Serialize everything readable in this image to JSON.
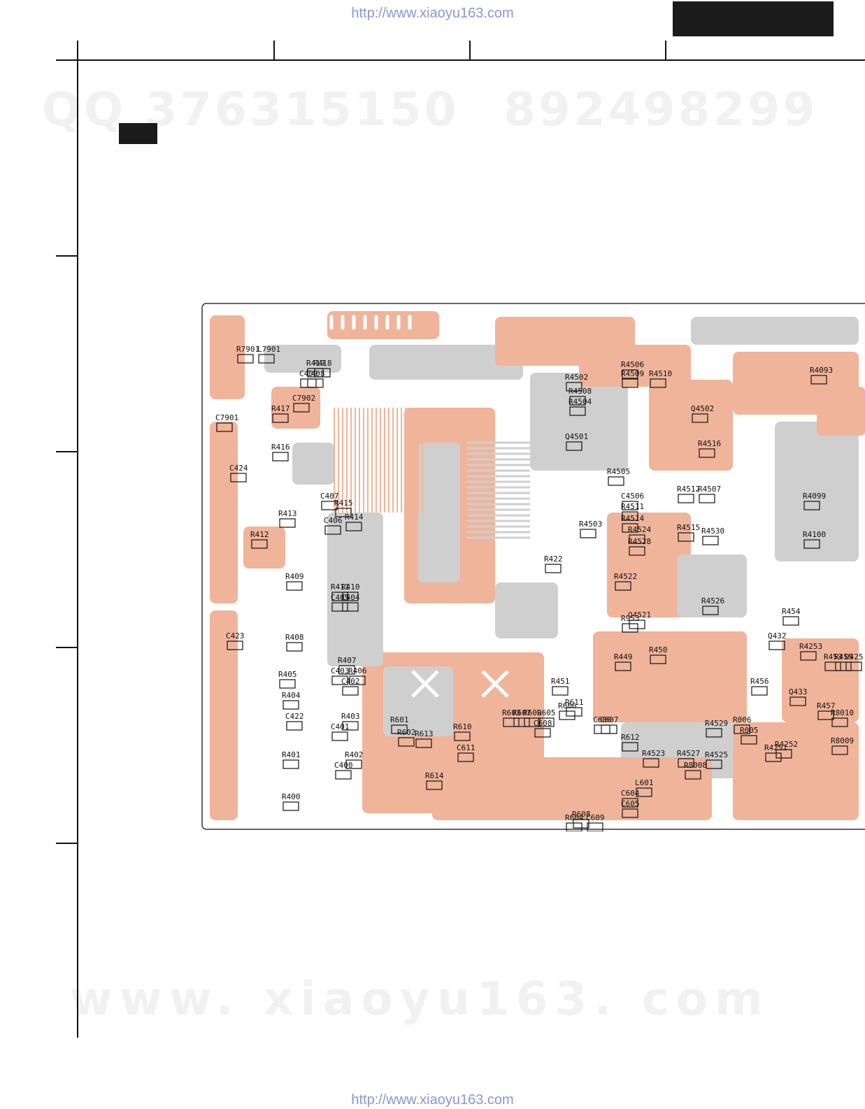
{
  "header": {
    "url_top": "http://www.xiaoyu163.com",
    "url_bottom": "http://www.xiaoyu163.com"
  },
  "watermarks": {
    "qq_left": "QQ 376315150",
    "qq_right": "892498299",
    "site": "www. xiaoyu163. com"
  },
  "colors": {
    "copper": "#f0b49a",
    "ground": "#cfcfcf",
    "board_bg": "#ffffff",
    "outline": "#333333"
  },
  "components": [
    "R7901",
    "L7901",
    "C7901",
    "C7902",
    "R419",
    "C409",
    "R418",
    "C408",
    "R417",
    "R416",
    "C424",
    "C407",
    "R415",
    "R413",
    "C406",
    "R414",
    "R412",
    "R409",
    "R411",
    "C405",
    "R410",
    "C404",
    "C423",
    "R408",
    "R407",
    "C403",
    "R405",
    "R406",
    "C402",
    "R404",
    "C422",
    "R403",
    "C401",
    "R401",
    "R402",
    "C400",
    "R400",
    "R4502",
    "R4508",
    "R4504",
    "R4509",
    "R4510",
    "R4506",
    "Q4502",
    "Q4501",
    "R4516",
    "R4505",
    "R4512",
    "R4507",
    "C4506",
    "R4511",
    "R4514",
    "R4503",
    "R4524",
    "R4515",
    "R4528",
    "R4530",
    "R422",
    "R4522",
    "Q4521",
    "R4526",
    "R953",
    "R450",
    "R449",
    "R451",
    "R611",
    "R606",
    "C606",
    "C607",
    "R612",
    "R4523",
    "R4527",
    "R4529",
    "R4525",
    "R8008",
    "L601",
    "C604",
    "C605",
    "C609",
    "R608",
    "R604",
    "R605",
    "C608",
    "R609",
    "R607",
    "R603",
    "R610",
    "C611",
    "R601",
    "R602",
    "R613",
    "R614",
    "R4093",
    "R4099",
    "R4100",
    "R454",
    "Q432",
    "R4253",
    "R453",
    "R455",
    "D425",
    "R456",
    "Q433",
    "R457",
    "R8010",
    "R006",
    "R005",
    "R4252",
    "R4251",
    "R8009"
  ]
}
